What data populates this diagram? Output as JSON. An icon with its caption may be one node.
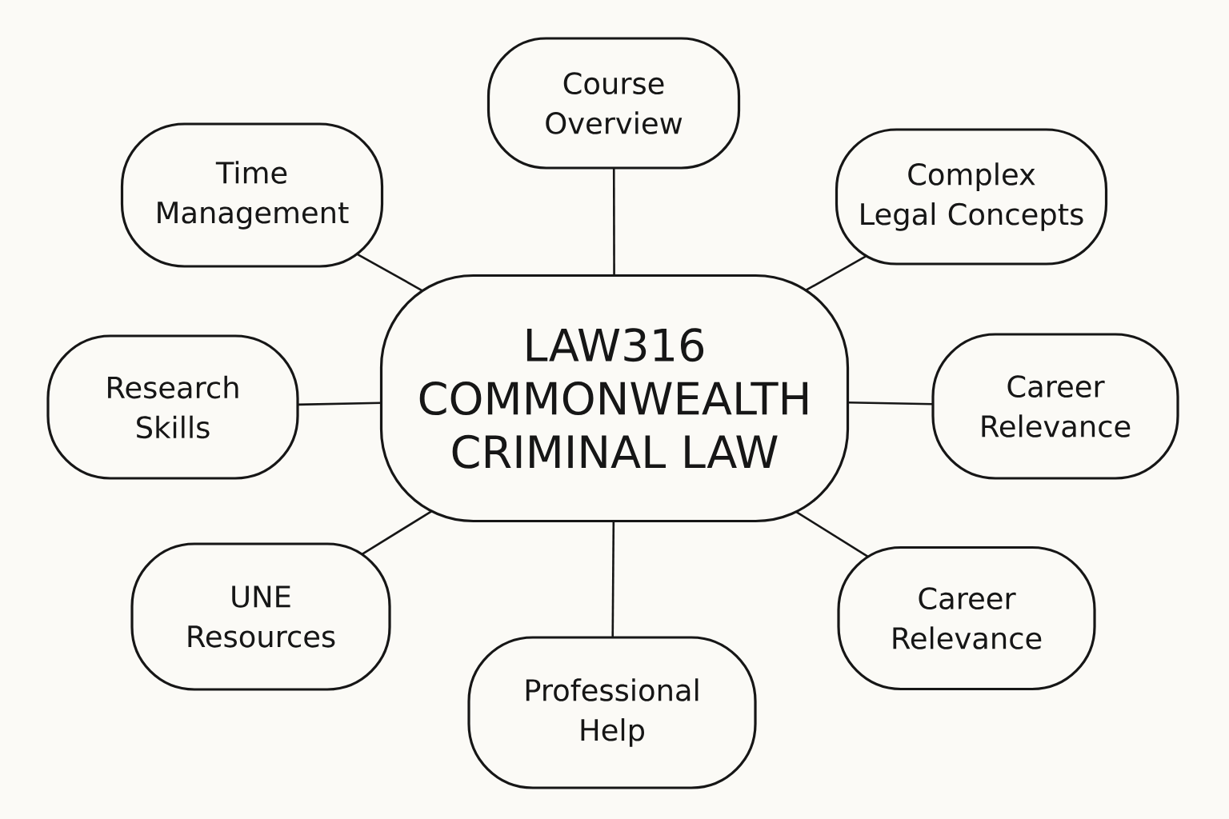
{
  "diagram": {
    "nodes": [
      {
        "text": [
          "LAW316 COMMONWEALTH CRIMINAL LAW"
        ]
      },
      {
        "text": [
          "Course Overview"
        ]
      },
      {
        "text": [
          "Time Management"
        ]
      },
      {
        "text": [
          "Complex Legal Concepts"
        ]
      },
      {
        "text": [
          "Research Skills"
        ]
      },
      {
        "text": [
          "Career Relevance"
        ]
      },
      {
        "text": [
          "UNE Resources"
        ]
      },
      {
        "text": [
          "Career Relevance"
        ]
      },
      {
        "text": [
          "Professional Help"
        ]
      }
    ],
    "edges": [
      {
        "from": 0,
        "to": 1,
        "arrow": "none"
      },
      {
        "from": 0,
        "to": 2,
        "arrow": "none"
      },
      {
        "from": 0,
        "to": 3,
        "arrow": "none"
      },
      {
        "from": 0,
        "to": 4,
        "arrow": "none"
      },
      {
        "from": 0,
        "to": 5,
        "arrow": "none"
      },
      {
        "from": 0,
        "to": 6,
        "arrow": "none"
      },
      {
        "from": 0,
        "to": 7,
        "arrow": "none"
      },
      {
        "from": 0,
        "to": 8,
        "arrow": "none"
      }
    ]
  }
}
